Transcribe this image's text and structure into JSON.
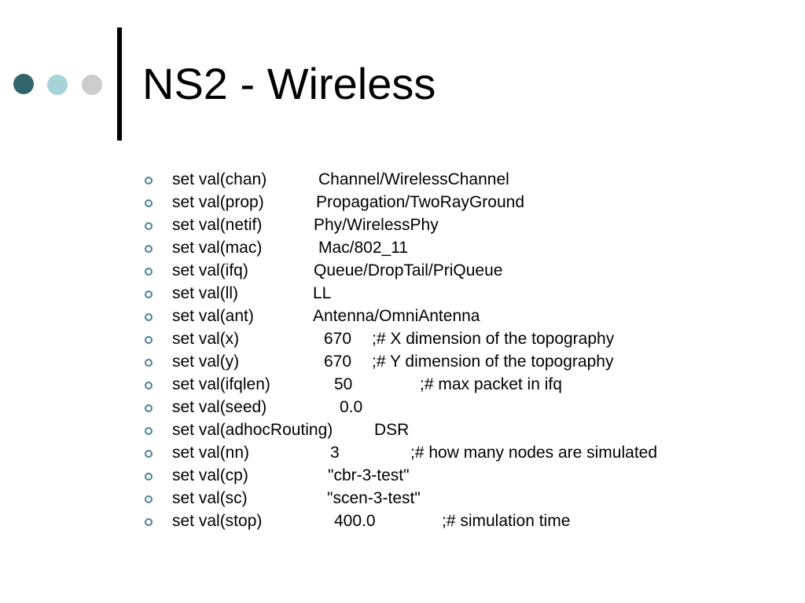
{
  "colors": {
    "dot_dark": "#32656b",
    "dot_light": "#a5d3d8",
    "dot_gray": "#cccccc",
    "bullet": "#4a8196"
  },
  "title": "NS2 - Wireless",
  "bullets": [
    {
      "cmd": "set val(chan)",
      "value": "Channel/WirelessChannel",
      "note": ""
    },
    {
      "cmd": "set val(prop)",
      "value": "Propagation/TwoRayGround",
      "note": ""
    },
    {
      "cmd": "set val(netif)",
      "value": "Phy/WirelessPhy",
      "note": ""
    },
    {
      "cmd": "set val(mac)",
      "value": "Mac/802_11",
      "note": ""
    },
    {
      "cmd": "set val(ifq)",
      "value": "Queue/DropTail/PriQueue",
      "note": ""
    },
    {
      "cmd": "set val(ll)",
      "value": "LL",
      "note": ""
    },
    {
      "cmd": "set val(ant)",
      "value": "Antenna/OmniAntenna",
      "note": ""
    },
    {
      "cmd": "set val(x)",
      "value": "670",
      "note": ";# X dimension of the topography"
    },
    {
      "cmd": "set val(y)",
      "value": "670",
      "note": ";# Y dimension of the topography"
    },
    {
      "cmd": "set val(ifqlen)",
      "value": "50",
      "note": ";# max packet in ifq"
    },
    {
      "cmd": "set val(seed)",
      "value": "0.0",
      "note": ""
    },
    {
      "cmd": "set val(adhocRouting)",
      "value": "DSR",
      "note": ""
    },
    {
      "cmd": "set val(nn)",
      "value": "3",
      "note": ";# how many nodes are simulated"
    },
    {
      "cmd": "set val(cp)",
      "value": "\"cbr-3-test\"",
      "note": ""
    },
    {
      "cmd": "set val(sc)",
      "value": "\"scen-3-test\"",
      "note": ""
    },
    {
      "cmd": "set val(stop)",
      "value": "400.0",
      "note": ";# simulation time"
    }
  ]
}
